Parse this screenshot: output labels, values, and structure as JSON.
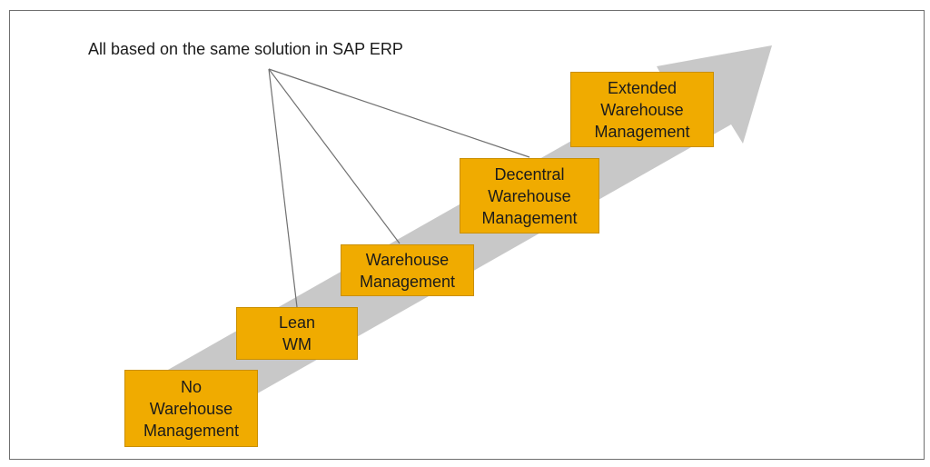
{
  "headline": "All based on the same solution in SAP ERP",
  "colors": {
    "step_fill": "#f0ab00",
    "arrow": "#c8c8c8",
    "connector": "#707070",
    "frame": "#6f6f6f"
  },
  "steps": [
    {
      "label": "No\nWarehouse\nManagement"
    },
    {
      "label": "Lean\nWM"
    },
    {
      "label": "Warehouse\nManagement"
    },
    {
      "label": "Decentral\nWarehouse\nManagement"
    },
    {
      "label": "Extended\nWarehouse\nManagement"
    }
  ]
}
